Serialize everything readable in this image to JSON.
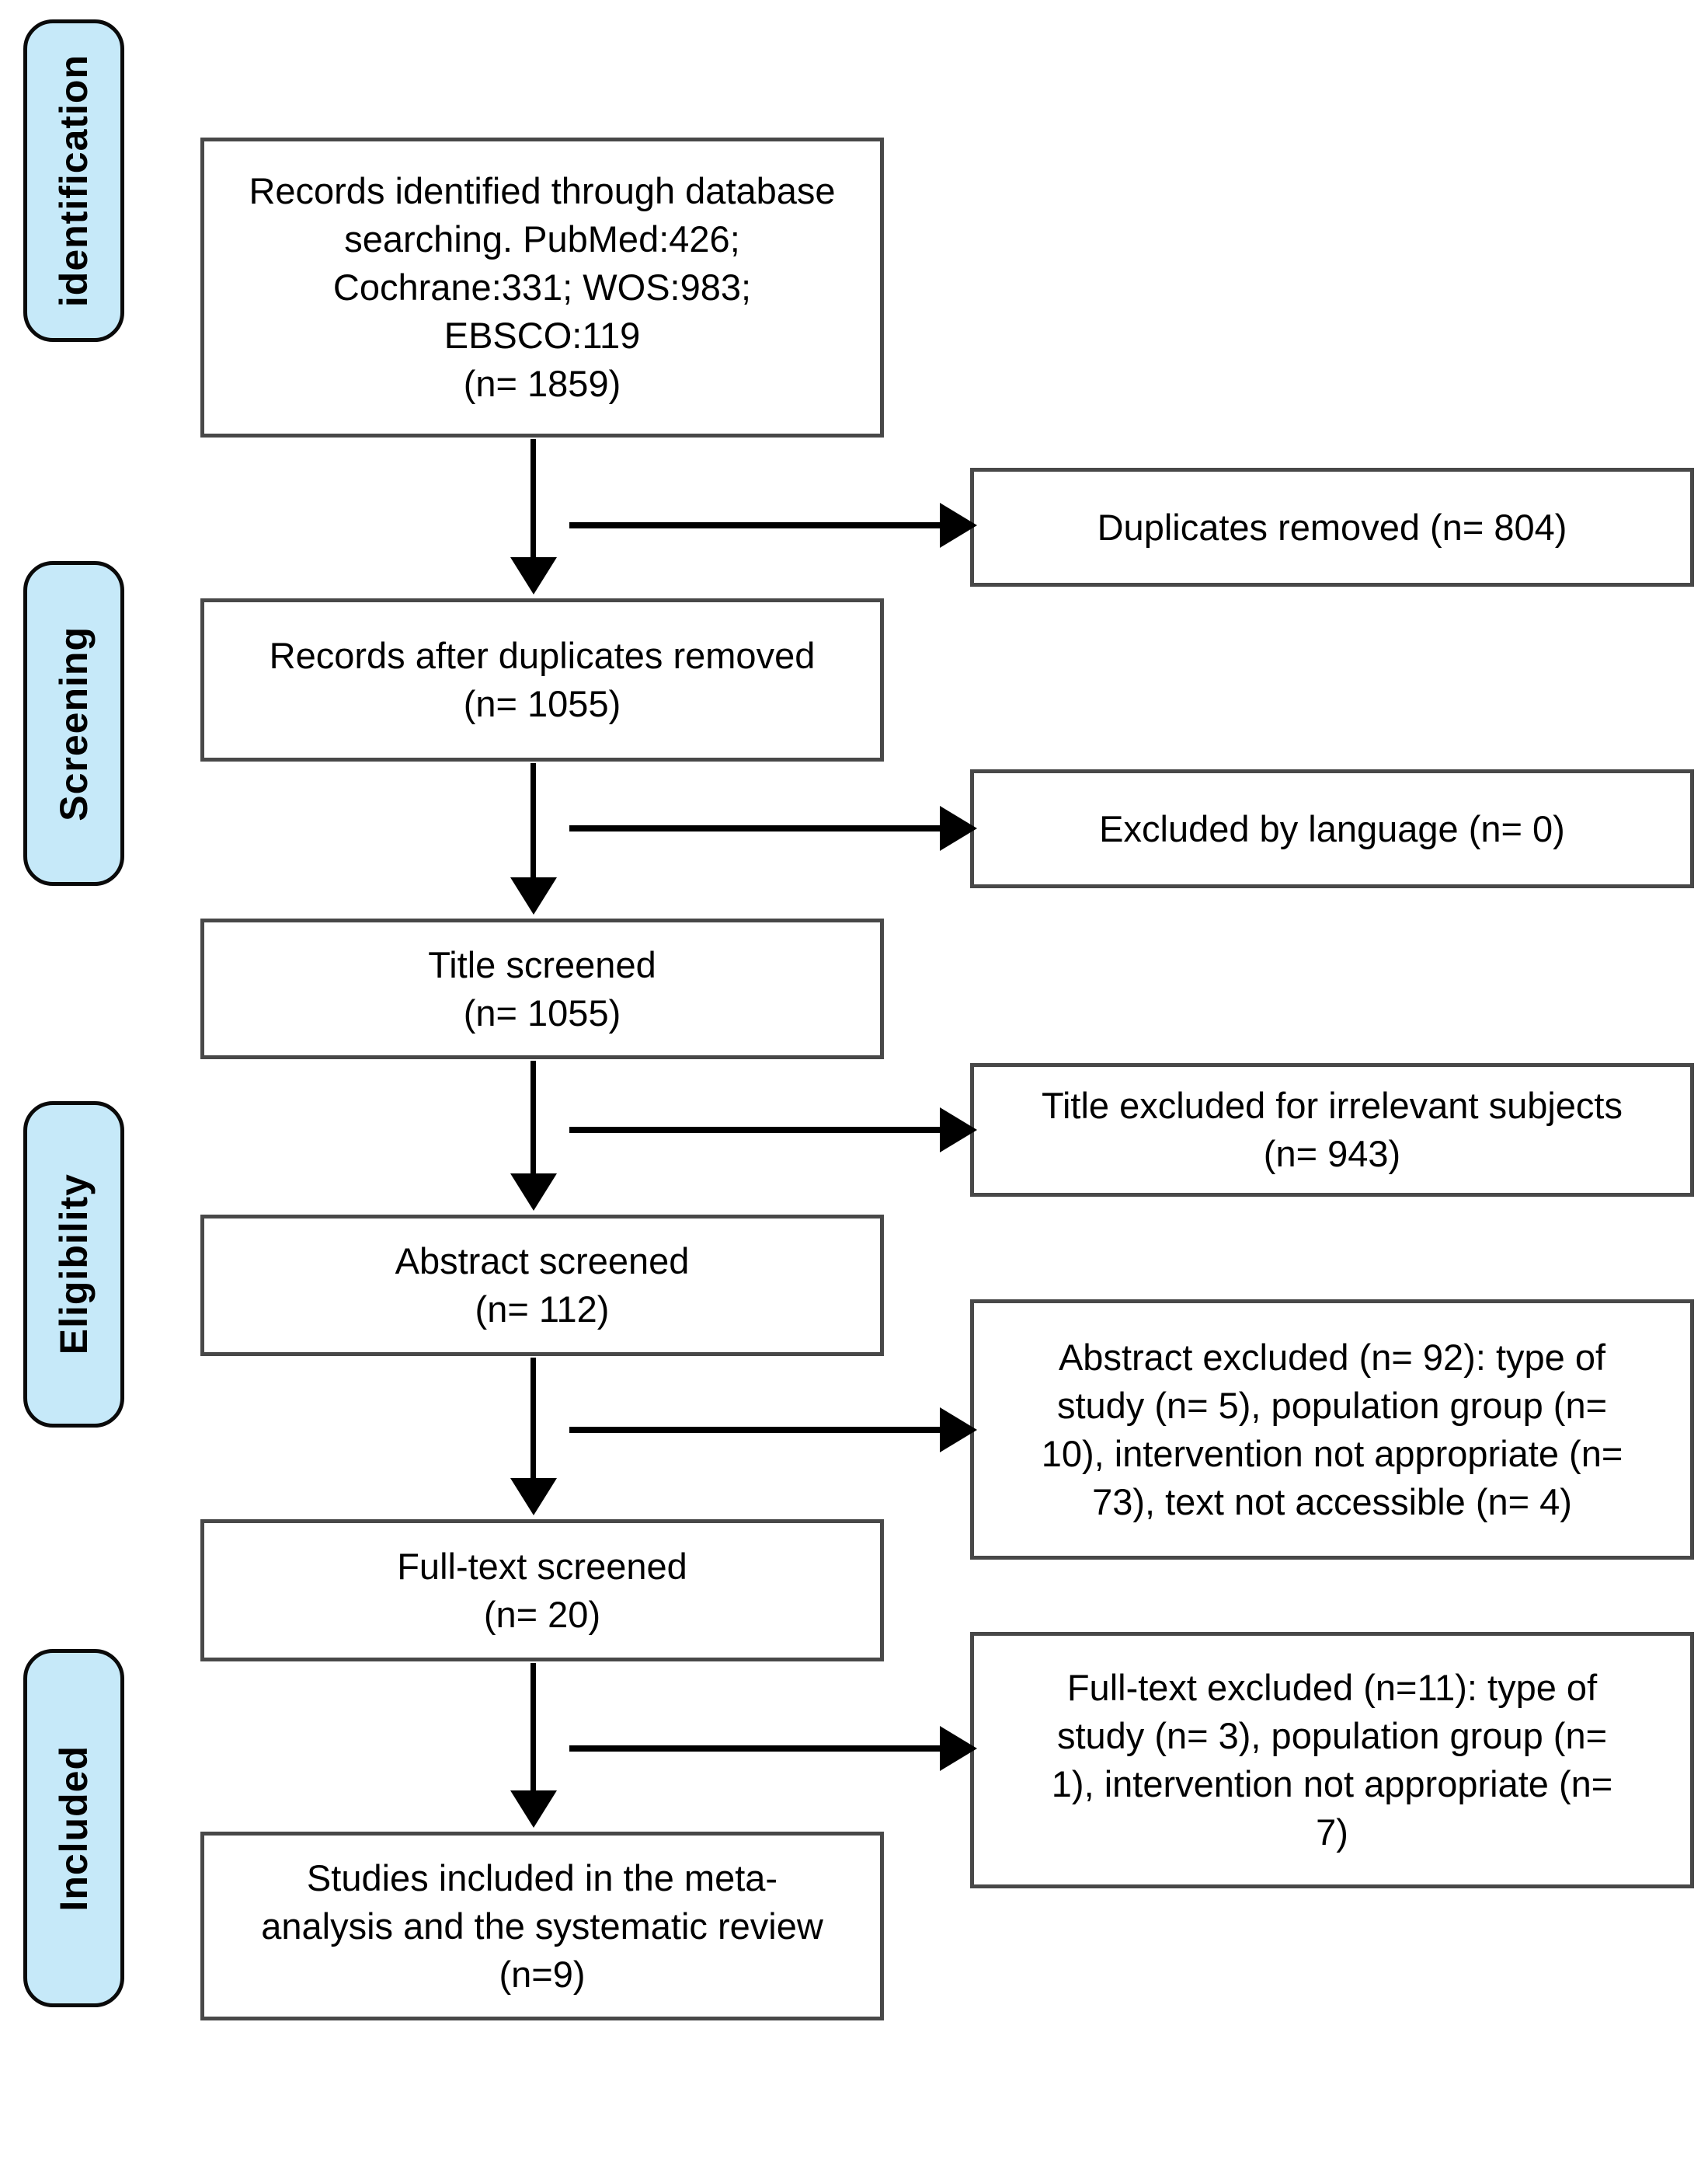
{
  "diagram": {
    "stages": [
      {
        "label": "identification"
      },
      {
        "label": "Screening"
      },
      {
        "label": "Eligibility"
      },
      {
        "label": "Included"
      }
    ],
    "main_boxes": [
      {
        "text": "Records identified through database\nsearching. PubMed:426;\nCochrane:331; WOS:983;\nEBSCO:119\n(n= 1859)"
      },
      {
        "text": "Records after duplicates removed\n(n= 1055)"
      },
      {
        "text": "Title screened\n(n= 1055)"
      },
      {
        "text": "Abstract screened\n(n= 112)"
      },
      {
        "text": "Full-text screened\n(n= 20)"
      },
      {
        "text": "Studies included in the meta-\nanalysis and the systematic review\n(n=9)"
      }
    ],
    "side_boxes": [
      {
        "text": "Duplicates removed (n= 804)"
      },
      {
        "text": "Excluded by language (n= 0)"
      },
      {
        "text": "Title excluded for irrelevant subjects\n(n= 943)"
      },
      {
        "text": "Abstract excluded (n= 92): type of\nstudy (n= 5), population group (n=\n10), intervention not appropriate (n=\n73), text not accessible (n= 4)"
      },
      {
        "text": "Full-text excluded (n=11): type of\nstudy (n= 3), population group (n=\n1), intervention not appropriate (n=\n7)"
      }
    ],
    "colors": {
      "stage_fill": "#c6e9f9",
      "stage_border": "#0a0a0a",
      "box_border": "#484848",
      "arrow": "#000000"
    }
  }
}
